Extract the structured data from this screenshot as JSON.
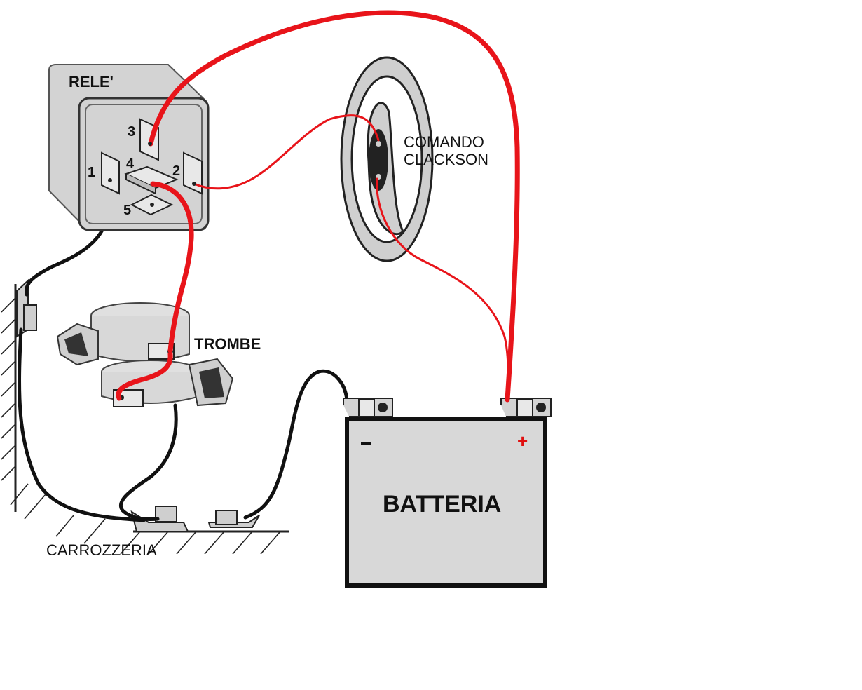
{
  "labels": {
    "relay": "RELE'",
    "horn_switch_line1": "COMANDO",
    "horn_switch_line2": "CLACKSON",
    "horns": "TROMBE",
    "body": "CARROZZERIA",
    "battery": "BATTERIA",
    "battery_plus": "+"
  },
  "relay_pins": {
    "pin1": "1",
    "pin2": "2",
    "pin3": "3",
    "pin4": "4",
    "pin5": "5"
  },
  "colors": {
    "positive_wire": "#e8141a",
    "ground_wire": "#111111",
    "component_fill": "#cfcfcf",
    "component_dark": "#444444",
    "background": "#ffffff"
  },
  "icons": [
    "relay-icon",
    "horn-icon",
    "steering-wheel-icon",
    "battery-icon",
    "ground-hatch-icon"
  ]
}
